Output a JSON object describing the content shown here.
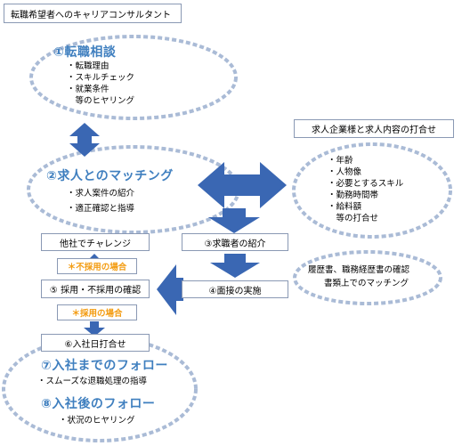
{
  "title": "転職希望者へのキャリアコンサルタント",
  "step1": {
    "heading": "①転職相談",
    "items": [
      "・転職理由",
      "・スキルチェック",
      "・就業条件",
      "　等のヒヤリング"
    ]
  },
  "step2": {
    "heading": "②求人とのマッチング",
    "items": [
      "・求人案件の紹介",
      "・適正確認と指導"
    ]
  },
  "company": {
    "header": "求人企業様と求人内容の打合せ",
    "items": [
      "・年齢",
      "・人物像",
      "・必要とするスキル",
      "・勤務時間帯",
      "・給料額",
      "　等の打合せ"
    ]
  },
  "other_company": "他社でチャレンジ",
  "step3": "③求職者の紹介",
  "not_adopted": "＊不採用の場合",
  "step4": "④面接の実施",
  "step5": "⑤ 採用・不採用の確認",
  "adopted": "＊採用の場合",
  "step6": "⑥入社日打合せ",
  "document_check": [
    "履歴書、職務経歴書の確認",
    "書類上でのマッチング"
  ],
  "step7": {
    "heading": "⑦入社までのフォロー",
    "item": "・スムーズな退職処理の指導"
  },
  "step8": {
    "heading": "⑧入社後のフォロー",
    "item": "・状況のヒヤリング"
  },
  "colors": {
    "arrow": "#3a67b3",
    "dash": "#aabbd6",
    "accent_text": "#3f7fbf",
    "orange": "#f39c12",
    "box_border": "#8a99b4"
  }
}
